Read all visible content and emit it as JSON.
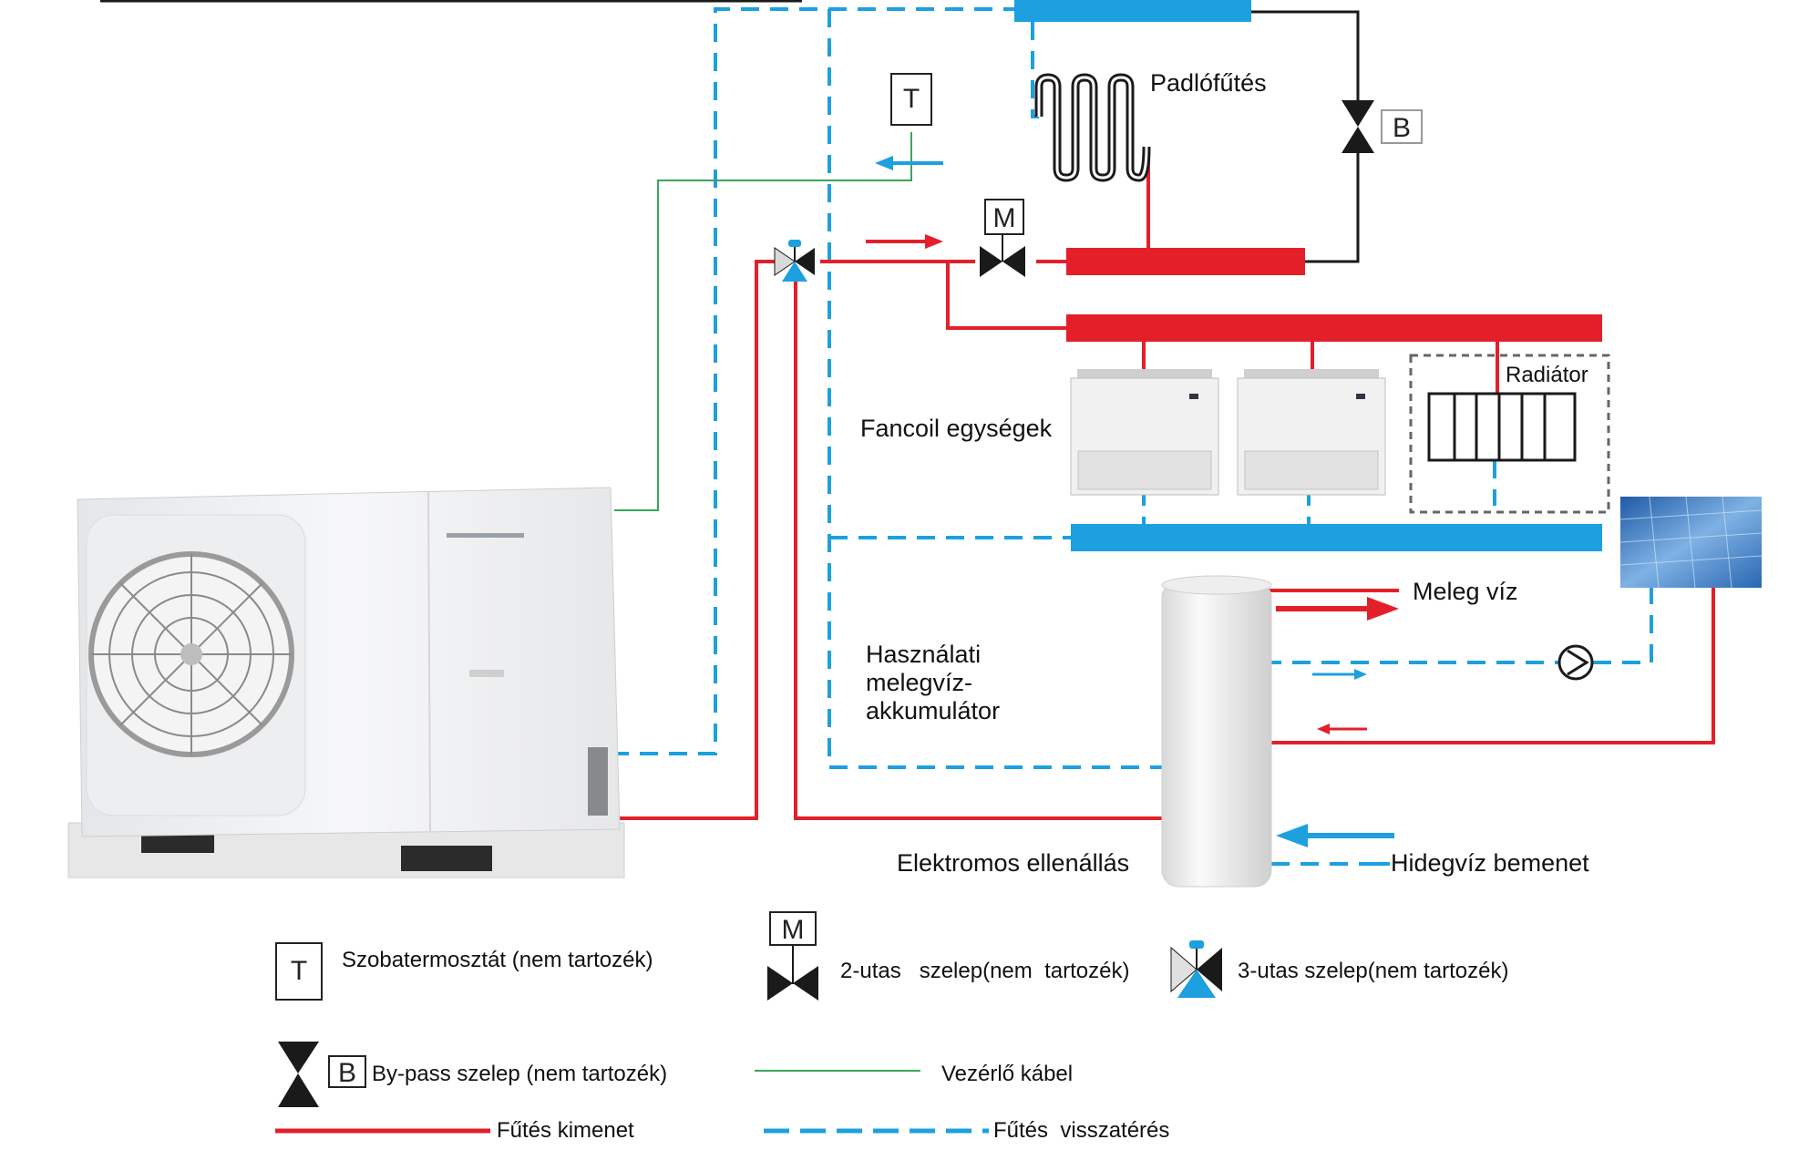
{
  "labels": {
    "floor_heating": "Padlófűtés",
    "radiator": "Radiátor",
    "fancoil_units": "Fancoil egységek",
    "hot_water": "Meleg víz",
    "dhw_tank": "Használati\nmelegvíz-\nakkumulátor",
    "electric_heater": "Elektromos ellenállás",
    "cold_water_inlet": "Hidegvíz bemenet",
    "thermostat_letter": "T",
    "motor_letter": "M",
    "bypass_letter": "B"
  },
  "legend": {
    "thermostat": "Szobatermosztát (nem tartozék)",
    "two_way_valve": "2-utas   szelep(nem  tartozék)",
    "three_way_valve": "3-utas szelep(nem tartozék)",
    "bypass_valve": "By-pass szelep (nem tartozék)",
    "control_cable": "Vezérlő kábel",
    "heating_output": "Fűtés kimenet",
    "heating_return": "Fűtés  visszatérés"
  },
  "colors": {
    "heating_output": "#e3202a",
    "heating_return": "#1ca0e0",
    "control_cable": "#3aa55a",
    "pipe_black": "#1a1a1a"
  }
}
